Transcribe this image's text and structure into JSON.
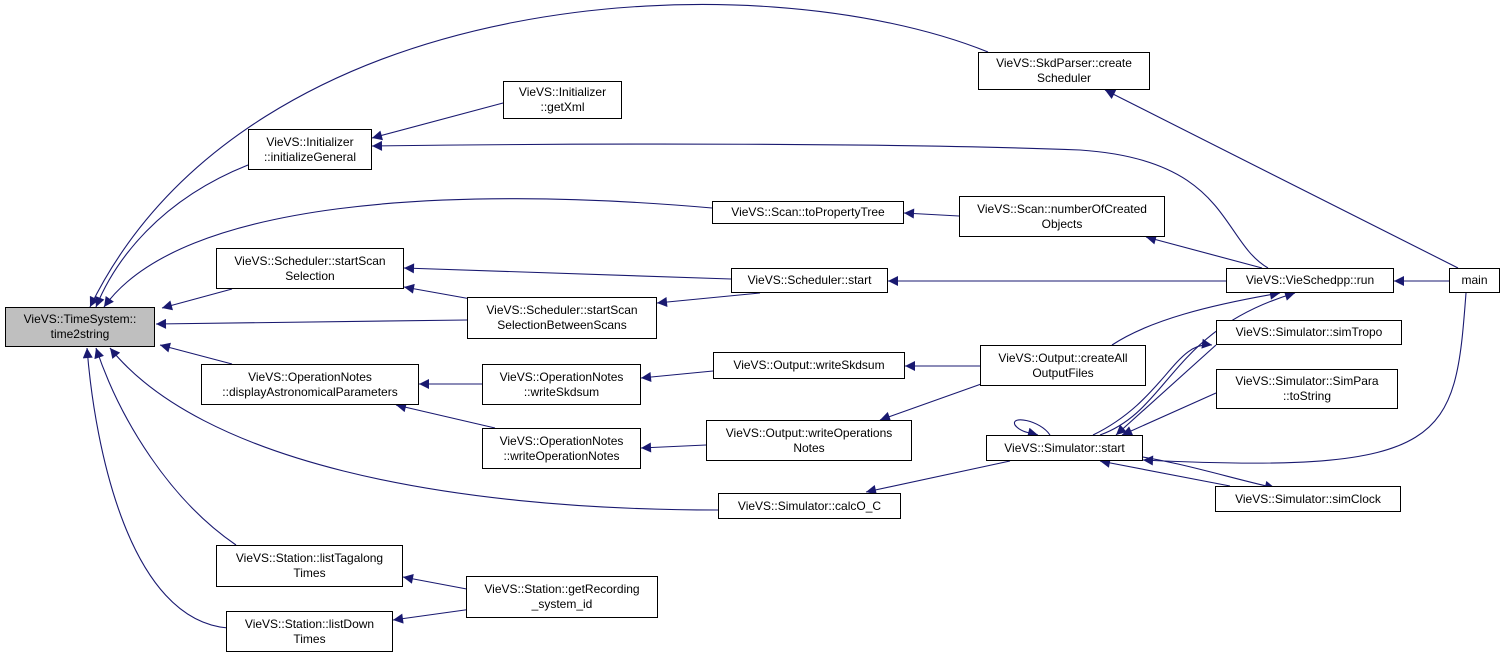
{
  "graph": {
    "edge_color": "#191970",
    "node_border_color": "#000000",
    "focus_fill_color": "#bfbfbf",
    "nodes": [
      {
        "id": "time2string",
        "label": "VieVS::TimeSystem::\ntime2string",
        "focus": true
      },
      {
        "id": "skd_create",
        "label": "VieVS::SkdParser::create\nScheduler"
      },
      {
        "id": "init_getxml",
        "label": "VieVS::Initializer\n::getXml"
      },
      {
        "id": "init_general",
        "label": "VieVS::Initializer\n::initializeGeneral"
      },
      {
        "id": "scan_tree",
        "label": "VieVS::Scan::toPropertyTree"
      },
      {
        "id": "scan_count",
        "label": "VieVS::Scan::numberOfCreated\nObjects"
      },
      {
        "id": "sched_startscan",
        "label": "VieVS::Scheduler::startScan\nSelection"
      },
      {
        "id": "sched_start",
        "label": "VieVS::Scheduler::start"
      },
      {
        "id": "sched_between",
        "label": "VieVS::Scheduler::startScan\nSelectionBetweenScans"
      },
      {
        "id": "vieschedpp_run",
        "label": "VieVS::VieSchedpp::run"
      },
      {
        "id": "main",
        "label": "main"
      },
      {
        "id": "sim_tropo",
        "label": "VieVS::Simulator::simTropo"
      },
      {
        "id": "opnotes_display",
        "label": "VieVS::OperationNotes\n::displayAstronomicalParameters"
      },
      {
        "id": "opnotes_skdsum",
        "label": "VieVS::OperationNotes\n::writeSkdsum"
      },
      {
        "id": "output_skdsum",
        "label": "VieVS::Output::writeSkdsum"
      },
      {
        "id": "output_createall",
        "label": "VieVS::Output::createAll\nOutputFiles"
      },
      {
        "id": "sim_simpara",
        "label": "VieVS::Simulator::SimPara\n::toString"
      },
      {
        "id": "opnotes_write",
        "label": "VieVS::OperationNotes\n::writeOperationNotes"
      },
      {
        "id": "output_opnotes",
        "label": "VieVS::Output::writeOperations\nNotes"
      },
      {
        "id": "sim_start",
        "label": "VieVS::Simulator::start"
      },
      {
        "id": "sim_calco",
        "label": "VieVS::Simulator::calcO_C"
      },
      {
        "id": "sim_clock",
        "label": "VieVS::Simulator::simClock"
      },
      {
        "id": "station_tagalong",
        "label": "VieVS::Station::listTagalong\nTimes"
      },
      {
        "id": "station_recid",
        "label": "VieVS::Station::getRecording\n_system_id"
      },
      {
        "id": "station_down",
        "label": "VieVS::Station::listDown\nTimes"
      }
    ]
  }
}
